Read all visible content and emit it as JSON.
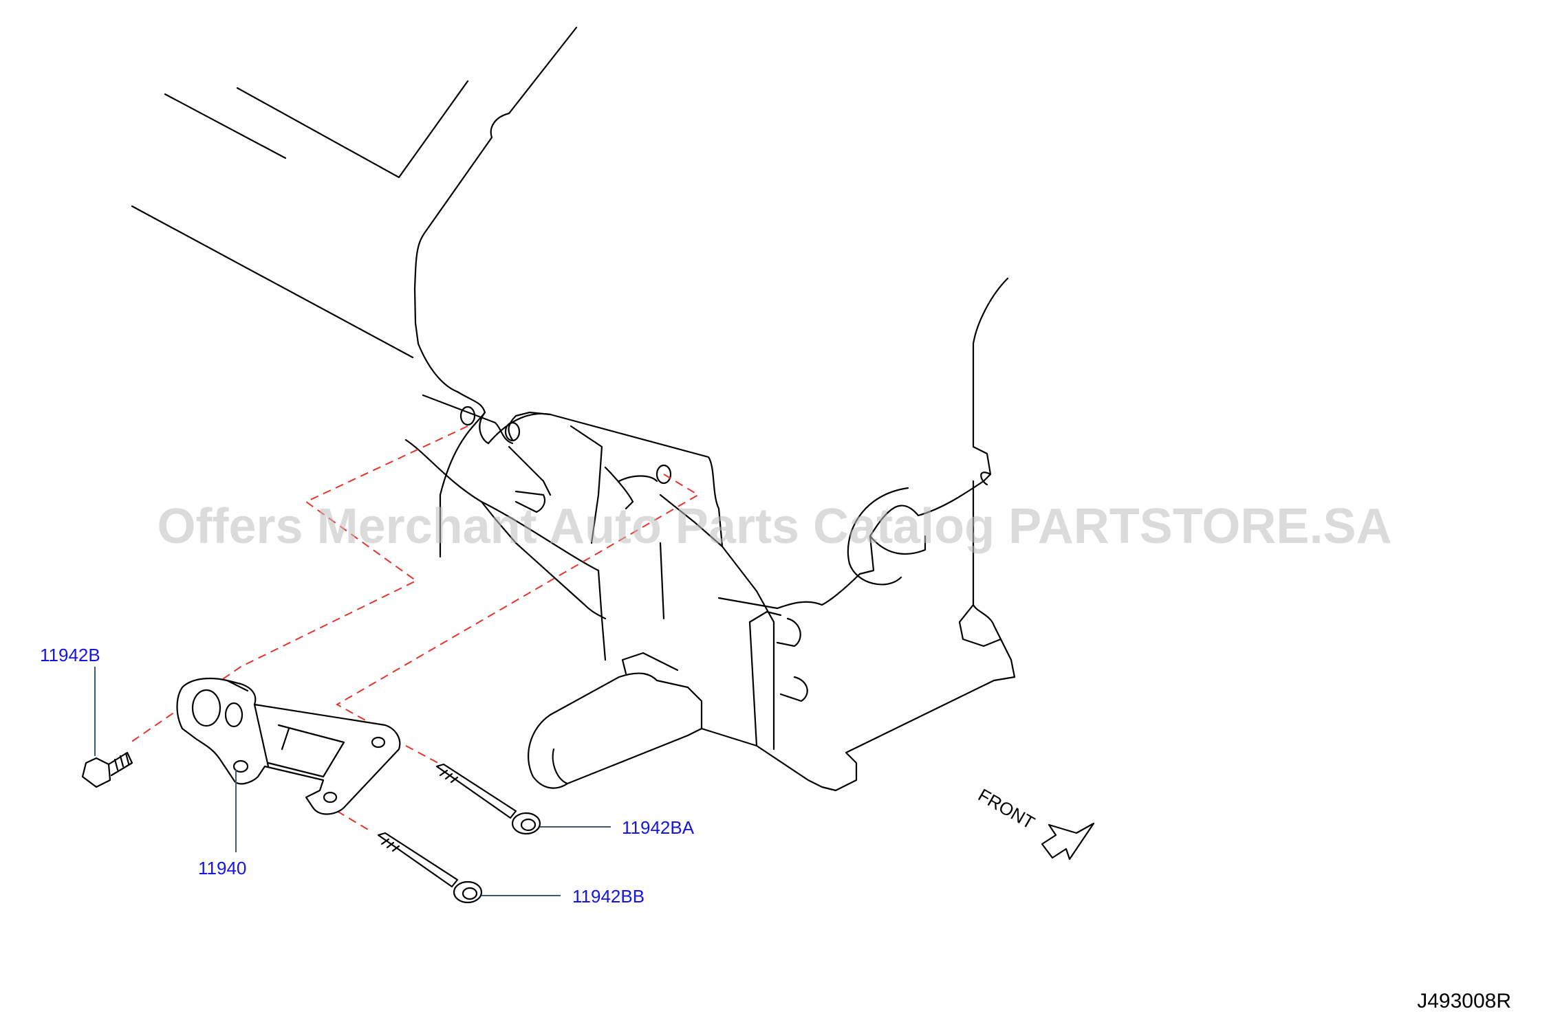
{
  "watermark": "Offers Merchant Auto Parts Catalog PARTSTORE.SA",
  "diagram_code": "J493008R",
  "direction_label": "FRONT",
  "callouts": {
    "bolt_top": "11942B",
    "bracket": "11940",
    "bolt_mid": "11942BA",
    "bolt_bottom": "11942BB"
  },
  "colors": {
    "callout_text": "#1414e6",
    "guide_dashes": "#e8322c",
    "watermark": "#bdbdbd"
  }
}
